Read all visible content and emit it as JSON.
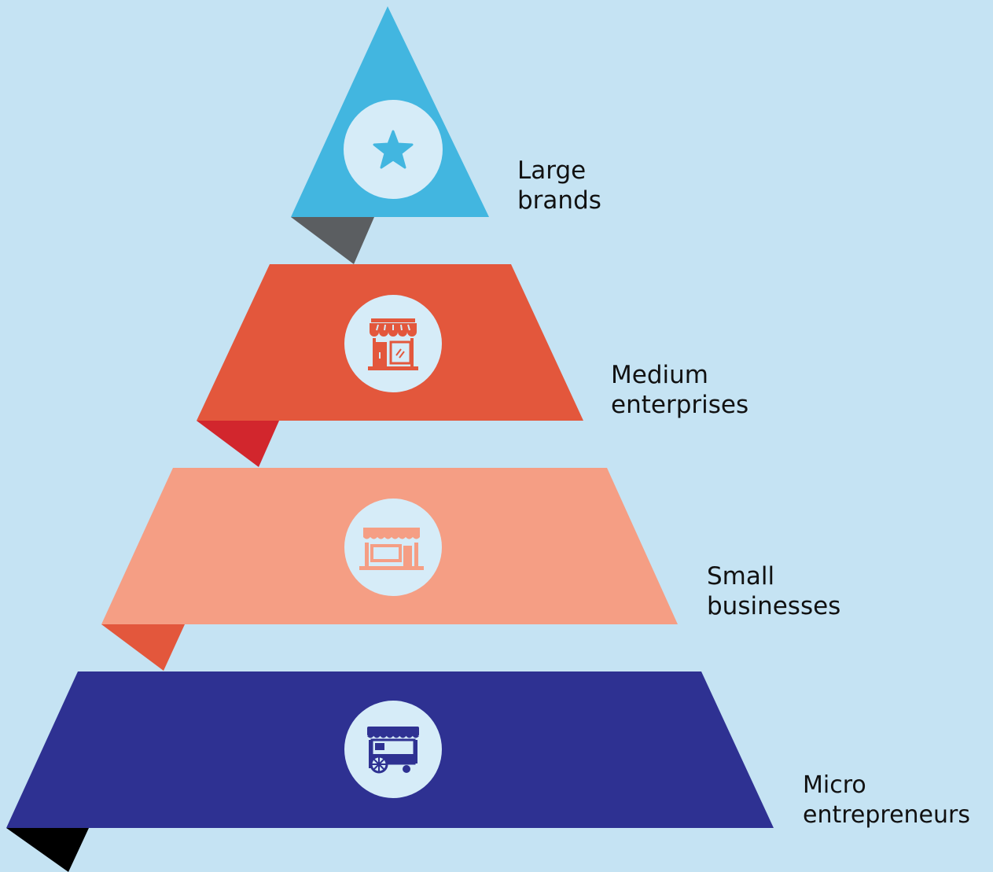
{
  "diagram": {
    "background": "#c5e3f3",
    "icon_circle_color": "#d6ecf8",
    "tiers": [
      {
        "id": "large-brands",
        "label_line1": "Large",
        "label_line2": "brands",
        "color": "#42b6e0",
        "fold_color": "#5b5e61",
        "icon": "star-icon"
      },
      {
        "id": "medium-enterprises",
        "label_line1": "Medium",
        "label_line2": "enterprises",
        "color": "#e3573c",
        "fold_color": "#d2262d",
        "icon": "boutique-store-icon"
      },
      {
        "id": "small-businesses",
        "label_line1": "Small",
        "label_line2": "businesses",
        "color": "#f59e84",
        "fold_color": "#e3573c",
        "icon": "shop-icon"
      },
      {
        "id": "micro-entrepreneurs",
        "label_line1": "Micro",
        "label_line2": "entrepreneurs",
        "color": "#2e3192",
        "fold_color": "#000000",
        "icon": "food-cart-icon"
      }
    ]
  }
}
